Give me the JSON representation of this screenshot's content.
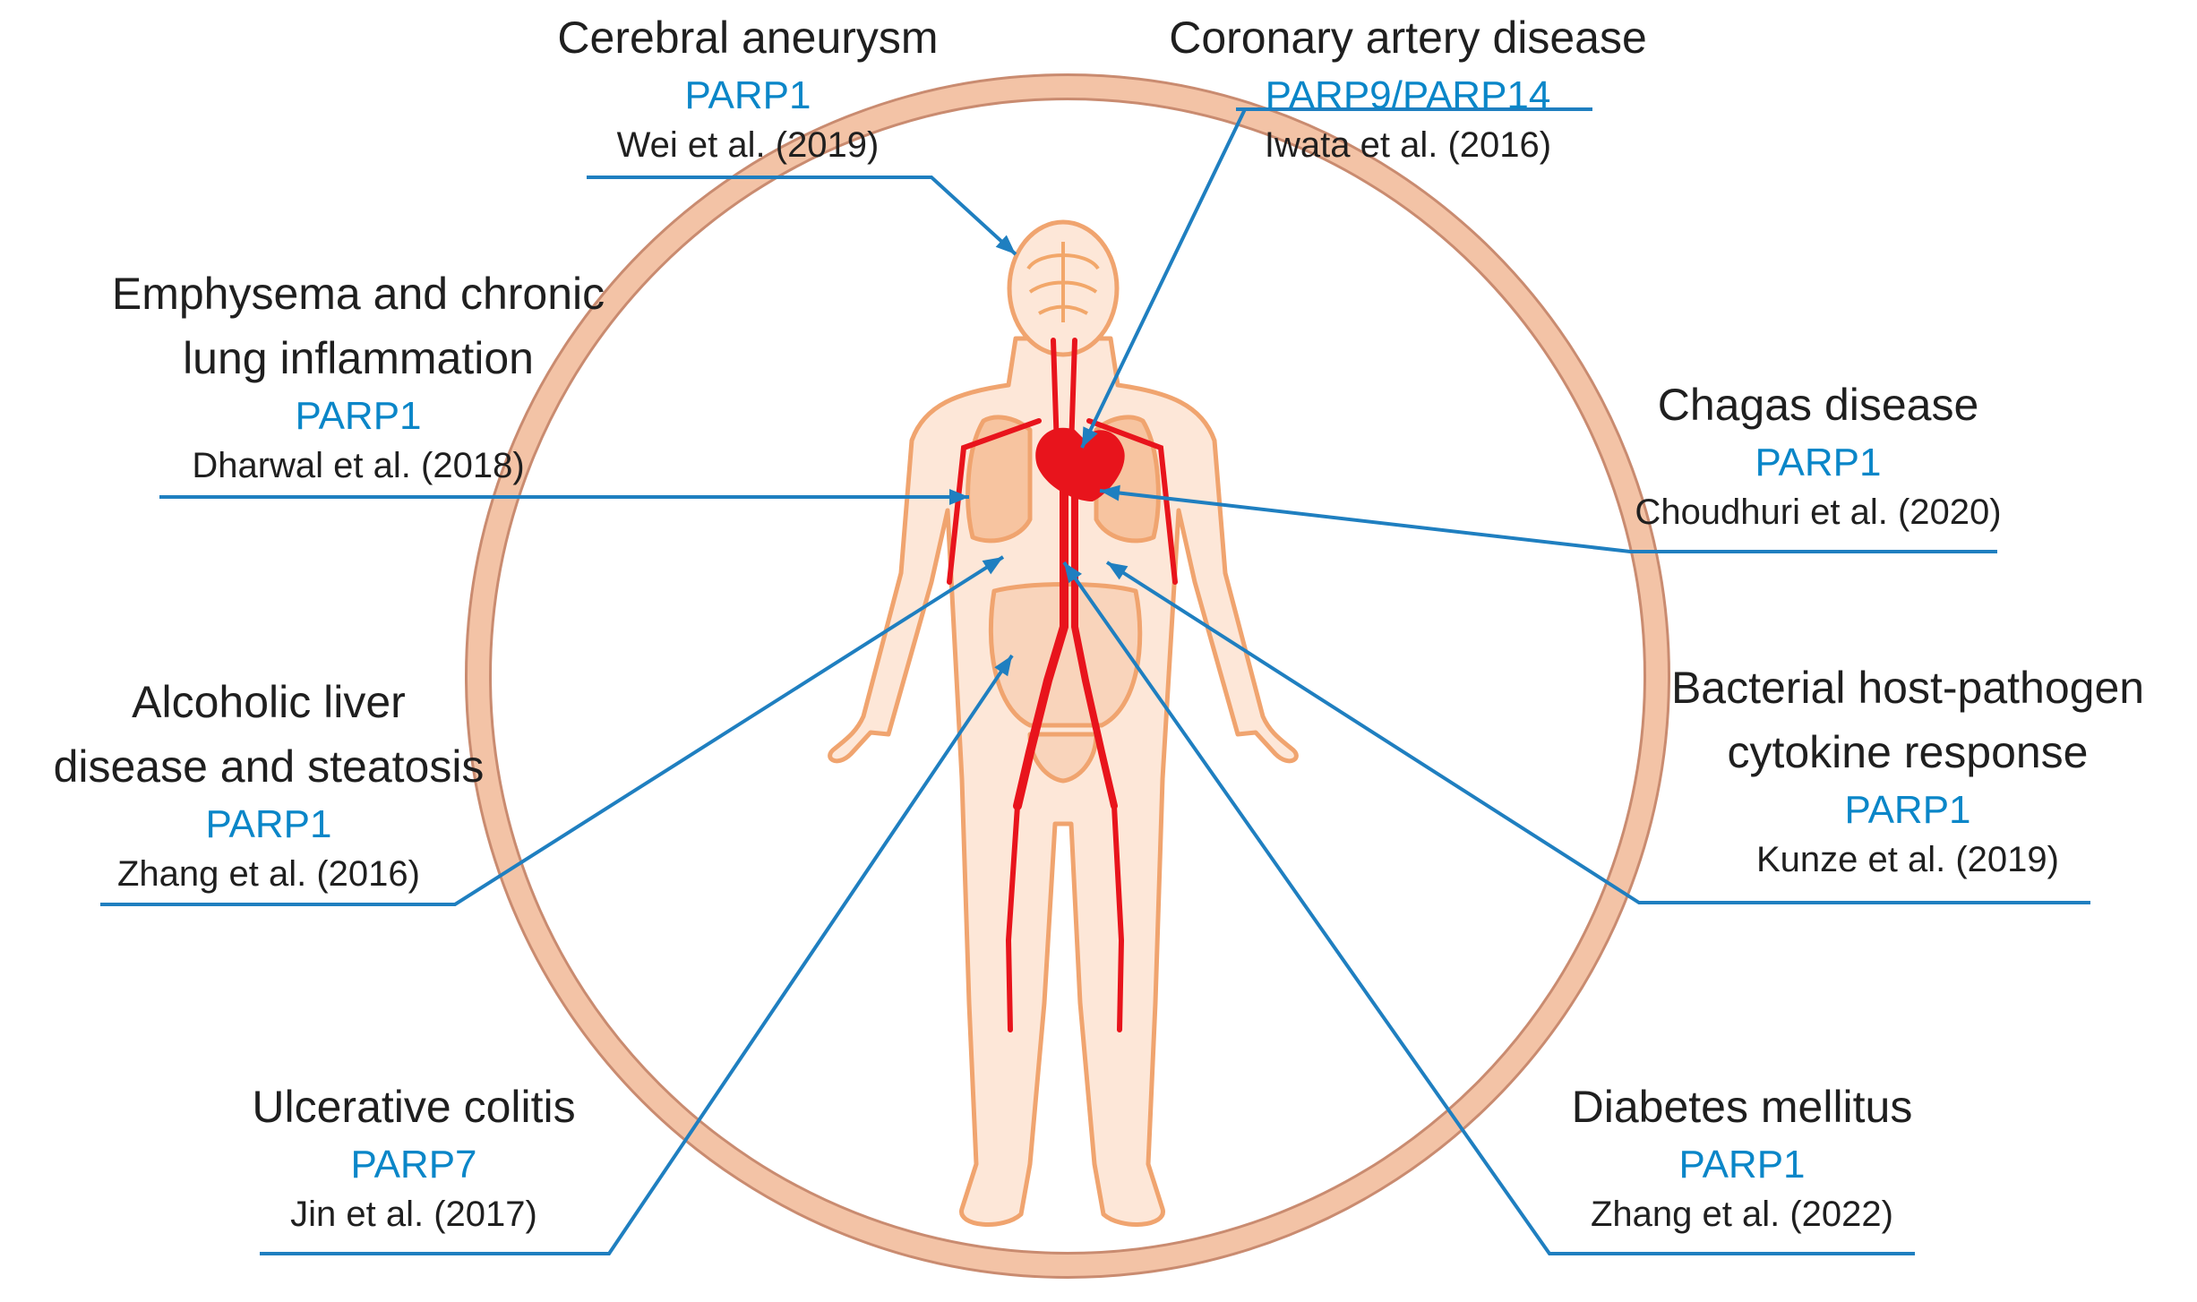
{
  "colors": {
    "leader": "#1f7fc0",
    "gene": "#0a86c8",
    "text": "#1f1f1f",
    "ring": "#f3c3a6",
    "ring_edge": "#c98b70",
    "body_fill": "#fde7d8",
    "body_edge": "#f0a46f",
    "vessel": "#e8141c"
  },
  "annotations": [
    {
      "id": "cerebral-aneurysm",
      "disease_lines": [
        "Cerebral aneurysm"
      ],
      "gene": "PARP1",
      "reference": "Wei et al. (2019)"
    },
    {
      "id": "coronary-artery-disease",
      "disease_lines": [
        "Coronary artery disease"
      ],
      "gene": "PARP9/PARP14",
      "reference": "Iwata et al. (2016)"
    },
    {
      "id": "emphysema",
      "disease_lines": [
        "Emphysema and chronic",
        "lung inflammation"
      ],
      "gene": "PARP1",
      "reference": "Dharwal et al. (2018)"
    },
    {
      "id": "chagas-disease",
      "disease_lines": [
        "Chagas disease"
      ],
      "gene": "PARP1",
      "reference": "Choudhuri et al. (2020)"
    },
    {
      "id": "alcoholic-liver-disease",
      "disease_lines": [
        "Alcoholic liver",
        "disease and steatosis"
      ],
      "gene": "PARP1",
      "reference": "Zhang et al. (2016)"
    },
    {
      "id": "bacterial-host-pathogen",
      "disease_lines": [
        "Bacterial host-pathogen",
        "cytokine response"
      ],
      "gene": "PARP1",
      "reference": "Kunze et al. (2019)"
    },
    {
      "id": "ulcerative-colitis",
      "disease_lines": [
        "Ulcerative colitis"
      ],
      "gene": "PARP7",
      "reference": "Jin et al. (2017)"
    },
    {
      "id": "diabetes-mellitus",
      "disease_lines": [
        "Diabetes mellitus"
      ],
      "gene": "PARP1",
      "reference": "Zhang et al. (2022)"
    }
  ]
}
